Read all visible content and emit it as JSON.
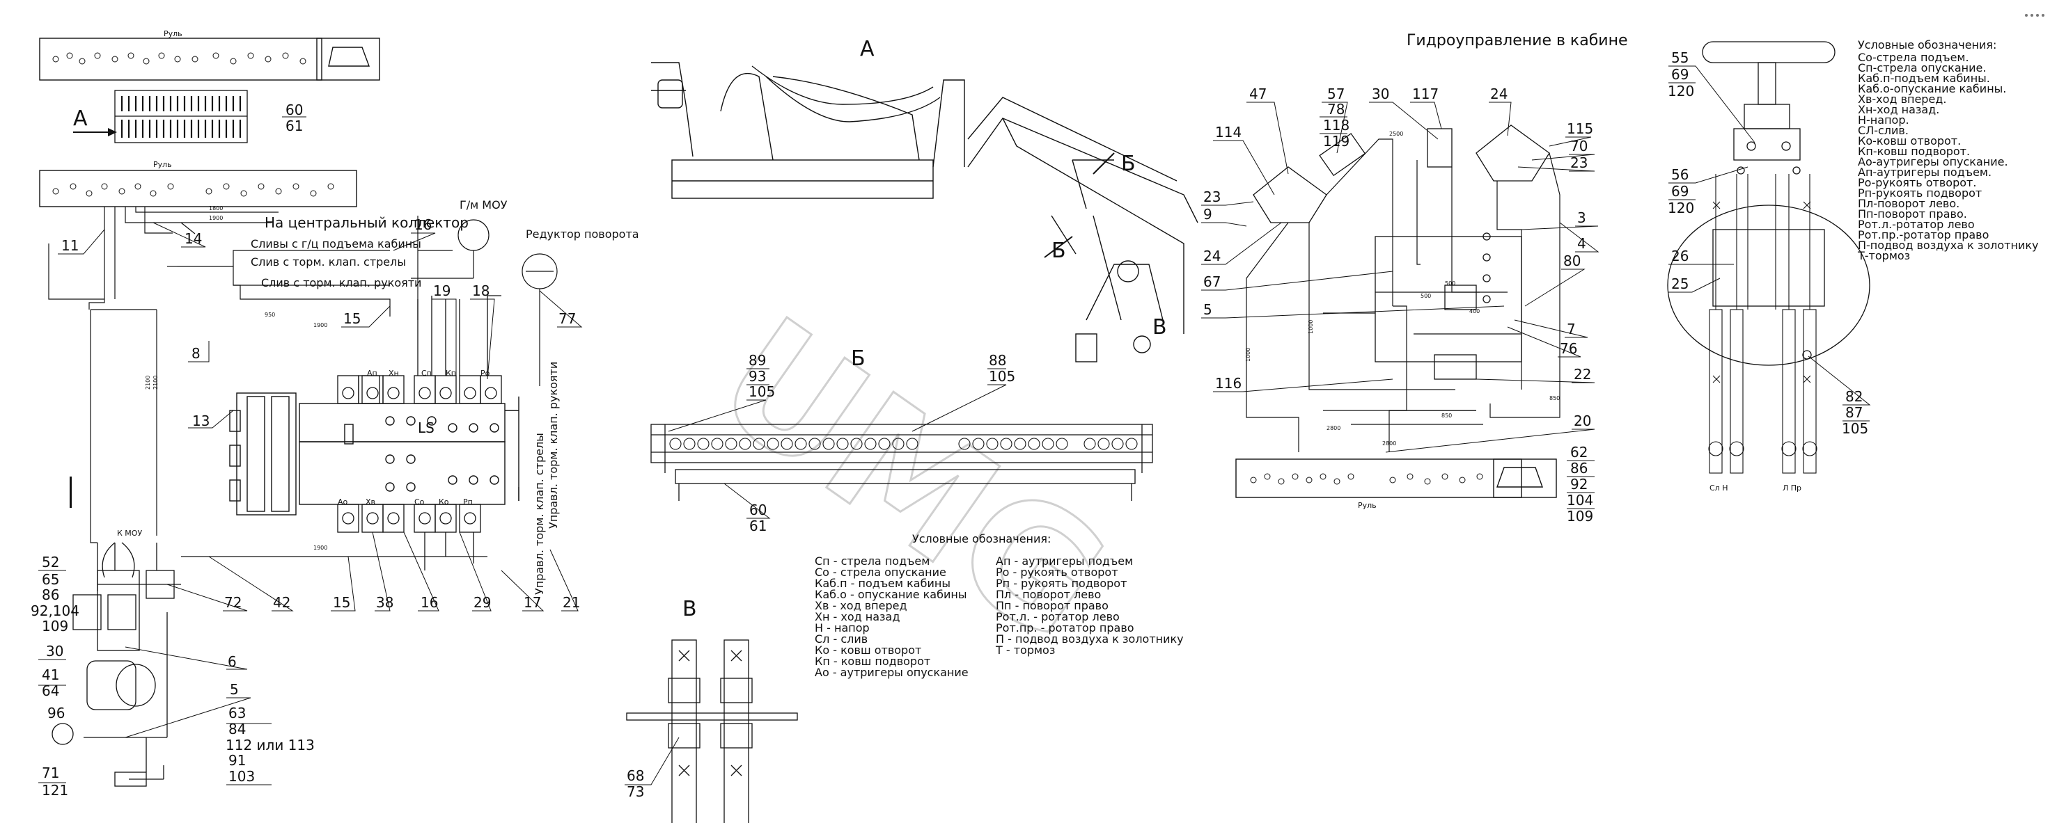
{
  "views": {
    "a": "А",
    "b": "Б",
    "v": "В",
    "arrow_a": "А"
  },
  "panel_label": "Руль",
  "panel_label_mid": "Руль",
  "cab_title": "Гидроуправление в кабине",
  "collector": "На центральный коллектор",
  "gm_mou": "Г/м МОУ",
  "reductor": "Редуктор поворота",
  "sliv": {
    "s1": "Сливы с г/ц подъема кабины",
    "s2": "Слив с торм. клап. стрелы",
    "s3": "Слив с торм. клап. рукояти"
  },
  "vertical_notes": {
    "n1": "Управл. торм. клап. рукояти",
    "n2": "Управл. торм. клап. стрелы"
  },
  "k_mou": "К МОУ",
  "ls": "LS",
  "legend_center_title": "Условные обозначения:",
  "legend_center_col1": [
    "Сп - стрела подъем",
    "Со - стрела опускание",
    "Каб.п - подъем кабины",
    "Каб.о - опускание кабины",
    "Хв - ход вперед",
    "Хн - ход назад",
    "Н - напор",
    "Сл - слив",
    "Ко - ковш отворот",
    "Кп - ковш подворот",
    "Ао - аутригеры опускание"
  ],
  "legend_center_col2": [
    "Ап - аутригеры подъем",
    "Ро - рукоять отворот",
    "Рп - рукоять подворот",
    "Пл - поворот лево",
    "Пп - поворот право",
    "Рот.л. - ротатор лево",
    "Рот.пр. - ротатор право",
    "П - подвод воздуха к золотнику",
    "Т - тормоз"
  ],
  "legend_right_title": "Условные обозначения:",
  "legend_right": [
    "Со-стрела подъем.",
    "Сп-стрела опускание.",
    "Каб.п-подъем кабины.",
    "Каб.о-опускание кабины.",
    "Хв-ход вперед.",
    "Хн-ход назад.",
    "Н-напор.",
    "СЛ-слив.",
    "Ко-ковш отворот.",
    "Кп-ковш подворот.",
    "Ао-аутригеры опускание.",
    "Ап-аутригеры подъем.",
    "Ро-рукоять отворот.",
    "Рп-рукоять подворот",
    "Пл-поворот лево.",
    "Пп-поворот право.",
    "Рот.л.-ротатор лево",
    "Рот.пр.-ротатор право",
    "П-подвод воздуха к золотнику",
    "Т-тормоз"
  ],
  "pedal_labels": {
    "l1": "Сл Н",
    "l2": "Л Пр"
  },
  "callouts": {
    "c60": "60",
    "c61": "61",
    "c11": "11",
    "c14": "14",
    "c16a": "16",
    "c8": "8",
    "c15a": "15",
    "c13": "13",
    "c19": "19",
    "c18": "18",
    "c77": "77",
    "c52": "52",
    "c65": "65",
    "c86a": "86",
    "c92": "92,104",
    "c109a": "109",
    "c30a": "30",
    "c41": "41",
    "c64": "64",
    "c96": "96",
    "c71": "71",
    "c121": "121",
    "c6": "6",
    "c5a": "5",
    "c72": "72",
    "c42": "42",
    "c15b": "15",
    "c38": "38",
    "c16b": "16",
    "c29": "29",
    "c17": "17",
    "c21": "21",
    "c63": "63",
    "c84": "84",
    "c112": "112 или 113",
    "c91": "91",
    "c103": "103",
    "c89": "89",
    "c93": "93",
    "c105a": "105",
    "c88": "88",
    "c105b": "105",
    "c60b": "60",
    "c61b": "61",
    "c68": "68",
    "c73": "73",
    "c47": "47",
    "c57": "57",
    "c78": "78",
    "c118": "118",
    "c119": "119",
    "c30b": "30",
    "c117": "117",
    "c24a": "24",
    "c114": "114",
    "c115": "115",
    "c70": "70",
    "c23a": "23",
    "c23b": "23",
    "c9": "9",
    "c3": "3",
    "c4": "4",
    "c24b": "24",
    "c80": "80",
    "c67": "67",
    "c5b": "5",
    "c7": "7",
    "c76": "76",
    "c116": "116",
    "c22": "22",
    "c20": "20",
    "c62": "62",
    "c86b": "86",
    "c92b": "92",
    "c104": "104",
    "c109b": "109",
    "c55": "55",
    "c69a": "69",
    "c120a": "120",
    "c56": "56",
    "c69b": "69",
    "c120b": "120",
    "c26": "26",
    "c25": "25",
    "c82": "82",
    "c87": "87",
    "c105c": "105"
  },
  "valve_labels": [
    "Ап",
    "Хн",
    "Сп",
    "Кп",
    "Ро",
    "Ао",
    "Хв",
    "Со",
    "Ко",
    "Рп"
  ],
  "dim_labels": [
    "1800",
    "1900",
    "2100",
    "2100",
    "950",
    "1900",
    "1900",
    "2500",
    "2800",
    "2800",
    "850",
    "850",
    "500",
    "500",
    "400",
    "1000",
    "1000"
  ],
  "watermark": "UMG"
}
